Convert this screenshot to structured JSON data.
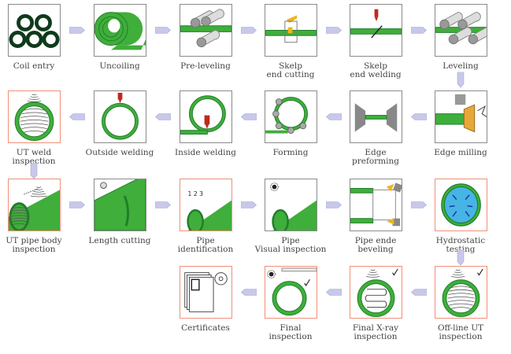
{
  "title": "Pipe manufacturing process",
  "colors": {
    "pipe": "#3fae3a",
    "pipe_dark": "#1f7d2a",
    "coil": "#0f3a1c",
    "highlight": "#f0907a",
    "arrow": "#c8c8ea",
    "water": "#47b4e6",
    "torch": "#c0281e"
  },
  "steps": [
    {
      "label": "Coil entry",
      "icon": "coil-stack-icon"
    },
    {
      "label": "Uncoiling",
      "icon": "uncoiling-coil-icon"
    },
    {
      "label": "Pre-leveling",
      "icon": "pre-leveling-rollers-icon"
    },
    {
      "label": "Skelp end cutting",
      "icon": "end-cutting-icon"
    },
    {
      "label": "Skelp end welding",
      "icon": "end-welding-icon"
    },
    {
      "label": "Leveling",
      "icon": "leveling-rollers-icon"
    },
    {
      "label": "Edge milling",
      "icon": "edge-milling-icon"
    },
    {
      "label": "Edge preforming",
      "icon": "edge-preforming-icon"
    },
    {
      "label": "Forming",
      "icon": "forming-rollers-icon"
    },
    {
      "label": "Inside welding",
      "icon": "inside-welding-icon"
    },
    {
      "label": "Outside welding",
      "icon": "outside-welding-icon"
    },
    {
      "label": "UT weld inspection",
      "icon": "ut-weld-icon"
    },
    {
      "label": "UT pipe body inspection",
      "icon": "ut-pipe-body-icon"
    },
    {
      "label": "Length cutting",
      "icon": "length-cutting-icon"
    },
    {
      "label": "Pipe identification",
      "icon": "pipe-identification-icon",
      "marking": "1 2 3"
    },
    {
      "label": "Pipe Visual inspection",
      "icon": "visual-inspection-icon"
    },
    {
      "label": "Pipe ende beveling",
      "icon": "beveling-icon"
    },
    {
      "label": "Hydrostatic testing",
      "icon": "hydrostatic-icon"
    },
    {
      "label": "Off-line UT inspection",
      "icon": "offline-ut-icon"
    },
    {
      "label": "Final X-ray inspection",
      "icon": "xray-icon"
    },
    {
      "label": "Final inspection",
      "icon": "final-inspection-icon"
    },
    {
      "label": "Certificates",
      "icon": "certificates-icon"
    }
  ]
}
